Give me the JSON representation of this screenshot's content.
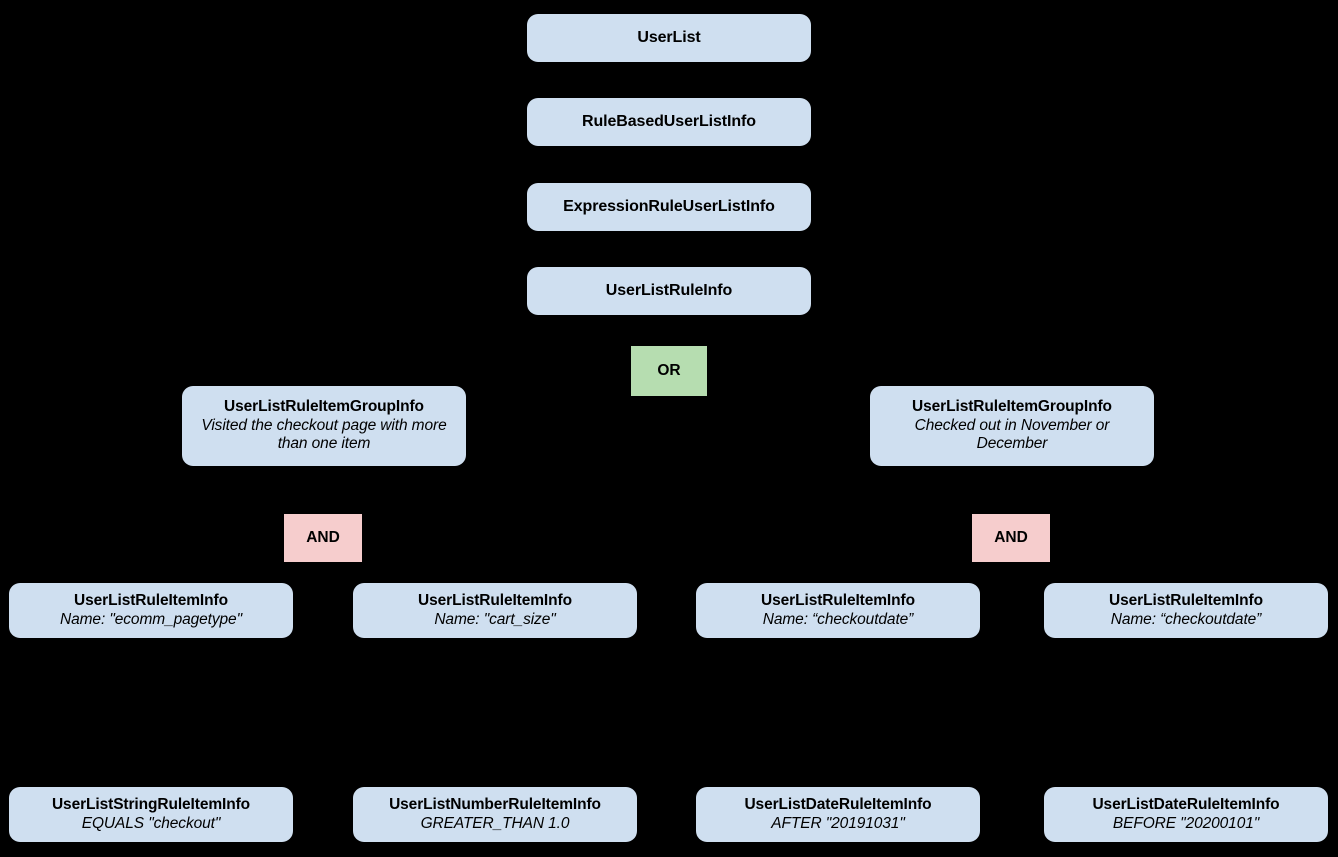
{
  "diagram": {
    "type": "tree",
    "background_color": "#000000",
    "node_color": "#cfdff0",
    "or_color": "#b6ddb0",
    "and_color": "#f6cdcd",
    "edge_color": "#000000"
  },
  "nodes": {
    "user_list": {
      "title": "UserList"
    },
    "rule_based_user_list_info": {
      "title": "RuleBasedUserListInfo"
    },
    "expression_rule_user_list_info": {
      "title": "ExpressionRuleUserListInfo"
    },
    "user_list_rule_info": {
      "title": "UserListRuleInfo"
    },
    "or_operator": {
      "label": "OR"
    },
    "group_left": {
      "title": "UserListRuleItemGroupInfo",
      "subtitle": "Visited the checkout page with more than one item"
    },
    "group_right": {
      "title": "UserListRuleItemGroupInfo",
      "subtitle": "Checked out in November or December"
    },
    "and_left": {
      "label": "AND"
    },
    "and_right": {
      "label": "AND"
    },
    "item_ecomm_pagetype": {
      "title": "UserListRuleItemInfo",
      "subtitle": "Name: \"ecomm_pagetype\""
    },
    "item_cart_size": {
      "title": "UserListRuleItemInfo",
      "subtitle": "Name: \"cart_size\""
    },
    "item_checkoutdate_after": {
      "title": "UserListRuleItemInfo",
      "subtitle": "Name: “checkoutdate”"
    },
    "item_checkoutdate_before": {
      "title": "UserListRuleItemInfo",
      "subtitle": "Name: “checkoutdate”"
    },
    "leaf_string_rule": {
      "title": "UserListStringRuleItemInfo",
      "subtitle": "EQUALS \"checkout\""
    },
    "leaf_number_rule": {
      "title": "UserListNumberRuleItemInfo",
      "subtitle": "GREATER_THAN 1.0"
    },
    "leaf_date_rule_after": {
      "title": "UserListDateRuleItemInfo",
      "subtitle": "AFTER \"20191031\""
    },
    "leaf_date_rule_before": {
      "title": "UserListDateRuleItemInfo",
      "subtitle": "BEFORE \"20200101\""
    }
  }
}
